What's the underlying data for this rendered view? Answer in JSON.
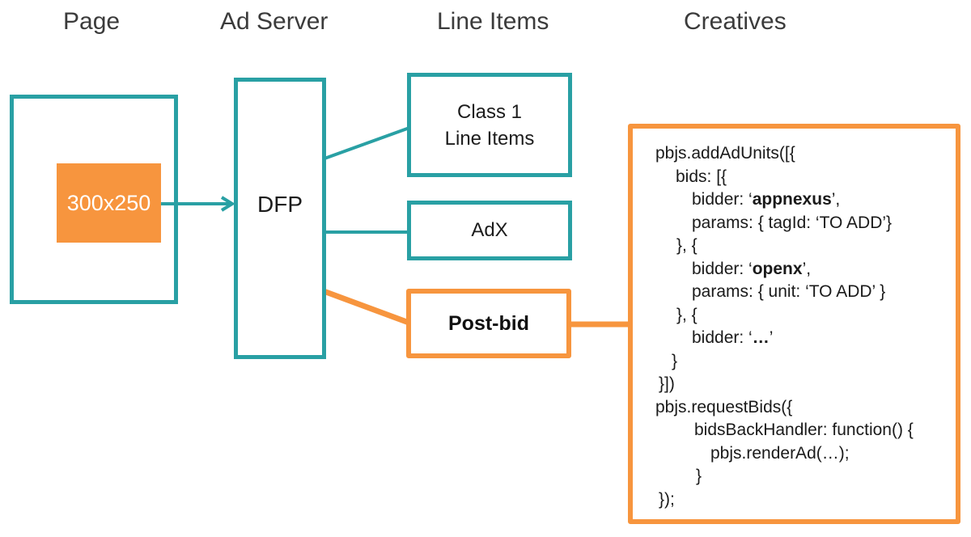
{
  "colors": {
    "teal": "#29A0A4",
    "orange": "#F7953E",
    "header_text": "#3B3B3B",
    "code_text": "#1A1A1A",
    "ad_slot_text": "#FFFFFF"
  },
  "headers": {
    "page": "Page",
    "ad_server": "Ad Server",
    "line_items": "Line Items",
    "creatives": "Creatives"
  },
  "page": {
    "ad_slot_label": "300x250"
  },
  "ad_server": {
    "dfp_label": "DFP"
  },
  "line_items": {
    "class1_line1": "Class 1",
    "class1_line2": "Line Items",
    "adx_label": "AdX",
    "postbid_label": "Post-bid"
  },
  "creatives": {
    "code_lines": [
      {
        "indent": 0,
        "segments": [
          {
            "text": "pbjs.addAdUnits([{"
          }
        ]
      },
      {
        "indent": 25,
        "segments": [
          {
            "text": "bids: [{"
          }
        ]
      },
      {
        "indent": 45,
        "segments": [
          {
            "text": "bidder: ‘"
          },
          {
            "text": "appnexus",
            "bold": true
          },
          {
            "text": "’,"
          }
        ]
      },
      {
        "indent": 45,
        "segments": [
          {
            "text": "params: { tagId: ‘TO ADD’}"
          }
        ]
      },
      {
        "indent": 26,
        "segments": [
          {
            "text": "}, {"
          }
        ]
      },
      {
        "indent": 45,
        "segments": [
          {
            "text": "bidder: ‘"
          },
          {
            "text": "openx",
            "bold": true
          },
          {
            "text": "’,"
          }
        ]
      },
      {
        "indent": 45,
        "segments": [
          {
            "text": "params: { unit: ‘TO ADD’ }"
          }
        ]
      },
      {
        "indent": 26,
        "segments": [
          {
            "text": "}, {"
          }
        ]
      },
      {
        "indent": 45,
        "segments": [
          {
            "text": "bidder: ‘"
          },
          {
            "text": "…",
            "bold": true
          },
          {
            "text": "’"
          }
        ]
      },
      {
        "indent": 20,
        "segments": [
          {
            "text": "}"
          }
        ]
      },
      {
        "indent": 4,
        "segments": [
          {
            "text": "}])"
          }
        ]
      },
      {
        "indent": 0,
        "segments": [
          {
            "text": "pbjs.requestBids({"
          }
        ]
      },
      {
        "indent": 48,
        "segments": [
          {
            "text": "bidsBackHandler: function() {"
          }
        ]
      },
      {
        "indent": 68,
        "segments": [
          {
            "text": "pbjs.renderAd(…);"
          }
        ]
      },
      {
        "indent": 50,
        "segments": [
          {
            "text": "}"
          }
        ]
      },
      {
        "indent": 4,
        "segments": [
          {
            "text": "});"
          }
        ]
      }
    ]
  }
}
